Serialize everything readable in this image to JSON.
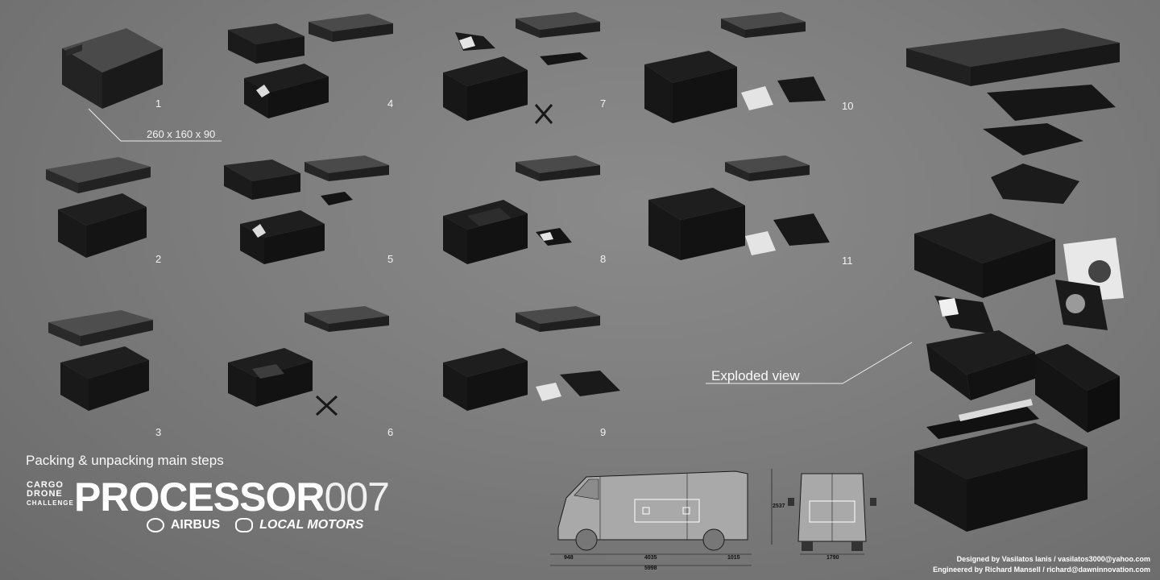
{
  "steps": {
    "labels": [
      "1",
      "2",
      "3",
      "4",
      "5",
      "6",
      "7",
      "8",
      "9",
      "10",
      "11"
    ]
  },
  "dimensions": {
    "case_size": "260 x 160 x 90"
  },
  "captions": {
    "packing": "Packing & unpacking main steps",
    "exploded": "Exploded view"
  },
  "brand": {
    "challenge_line1": "CARGO",
    "challenge_line2": "DRONE",
    "challenge_line3": "CHALLENGE",
    "title_main": "PROCESSOR",
    "title_suffix": "007",
    "sponsor1": "AIRBUS",
    "sponsor2": "LOCAL MOTORS"
  },
  "van": {
    "dim_front": "948",
    "dim_wheelbase": "4035",
    "dim_rear": "1015",
    "dim_total": "5998",
    "dim_height": "2537",
    "dim_width": "1790"
  },
  "credits": {
    "line1": "Designed by Vasilatos Ianis  /  vasilatos3000@yahoo.com",
    "line2": "Engineered by Richard Mansell  /  richard@dawninnovation.com"
  },
  "colors": {
    "background": "#7d7d7d",
    "case_dark": "#1c1c1c",
    "case_lid": "#3a3a3a",
    "text": "#ffffff"
  }
}
